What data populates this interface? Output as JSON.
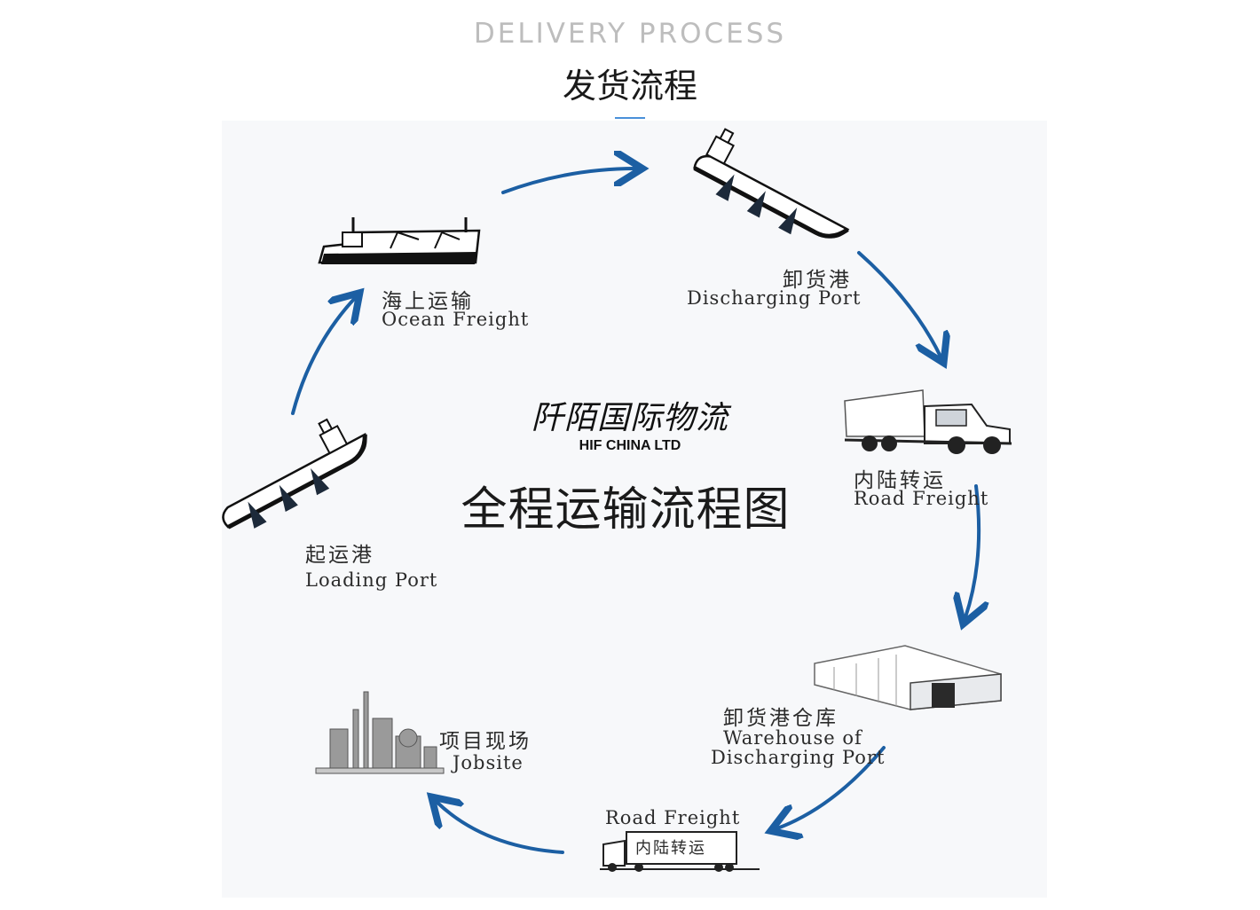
{
  "header": {
    "title_en": "DELIVERY PROCESS",
    "title_zh": "发货流程"
  },
  "center": {
    "brand_zh": "阡陌国际物流",
    "brand_en": "HIF CHINA LTD",
    "title": "全程运输流程图"
  },
  "steps": [
    {
      "id": "loading_port",
      "zh": "起运港",
      "en": "Loading Port",
      "icon": "cargo-ship-icon"
    },
    {
      "id": "ocean_freight",
      "zh": "海上运输",
      "en": "Ocean Freight",
      "icon": "freighter-icon"
    },
    {
      "id": "discharging_port",
      "zh": "卸货港",
      "en": "Discharging Port",
      "icon": "cargo-ship-icon"
    },
    {
      "id": "road_freight_1",
      "zh": "内陆转运",
      "en": "Road Freight",
      "icon": "truck-icon"
    },
    {
      "id": "warehouse",
      "zh": "卸货港仓库",
      "en_line1": "Warehouse of",
      "en_line2": "Discharging Port",
      "icon": "warehouse-icon"
    },
    {
      "id": "road_freight_2",
      "en": "Road Freight",
      "truck_text": "内陆转运",
      "icon": "trailer-truck-icon"
    },
    {
      "id": "jobsite",
      "zh": "项目现场",
      "en": "Jobsite",
      "icon": "factory-icon"
    }
  ],
  "colors": {
    "arrow": "#1c5fa3",
    "accent_underline": "#4a90d9",
    "panel_bg": "#f7f8fa",
    "text": "#2b2b2b"
  }
}
